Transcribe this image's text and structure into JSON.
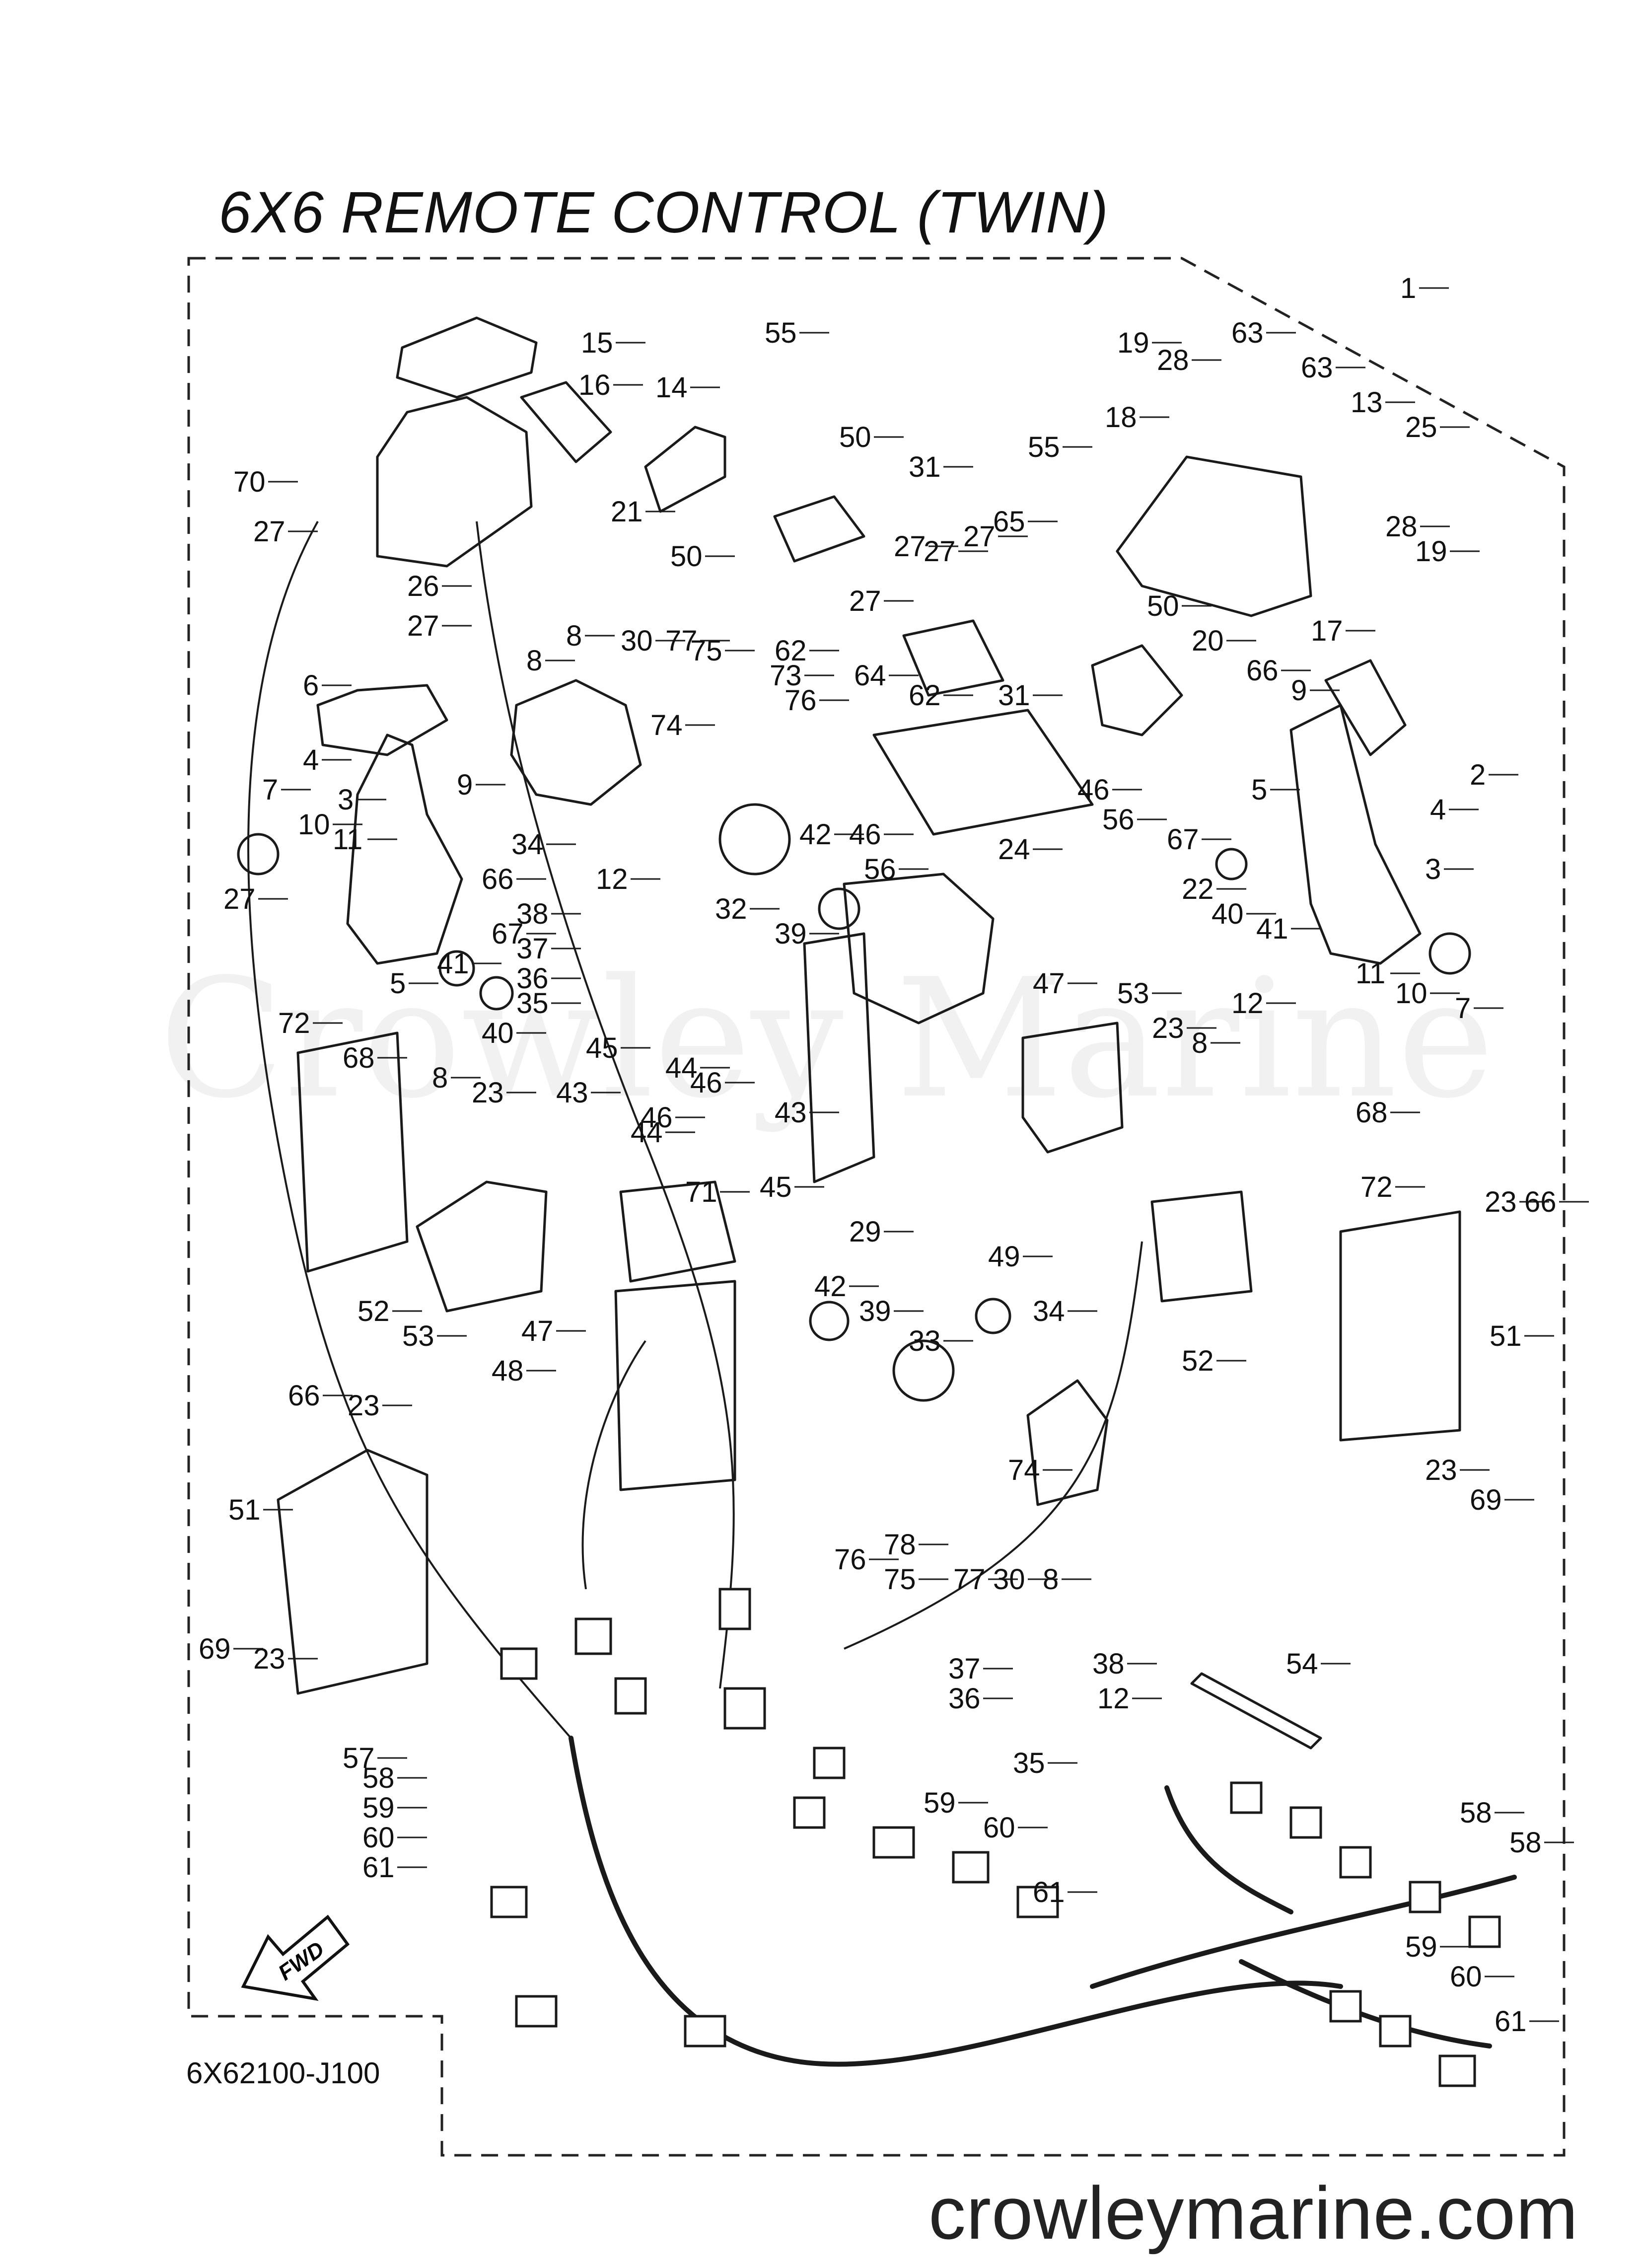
{
  "title": "6X6 REMOTE CONTROL (TWIN)",
  "diagram_code": "6X62100-J100",
  "website": "crowleymarine.com",
  "watermark": "Crowley Marine",
  "fwd_label": "FWD",
  "callouts": [
    {
      "id": "c1",
      "label": "1"
    },
    {
      "id": "c2",
      "label": "2"
    },
    {
      "id": "c3a",
      "label": "3"
    },
    {
      "id": "c3b",
      "label": "3"
    },
    {
      "id": "c4a",
      "label": "4"
    },
    {
      "id": "c4b",
      "label": "4"
    },
    {
      "id": "c5a",
      "label": "5"
    },
    {
      "id": "c5b",
      "label": "5"
    },
    {
      "id": "c6",
      "label": "6"
    },
    {
      "id": "c7a",
      "label": "7"
    },
    {
      "id": "c7b",
      "label": "7"
    },
    {
      "id": "c8a",
      "label": "8"
    },
    {
      "id": "c8b",
      "label": "8"
    },
    {
      "id": "c8c",
      "label": "8"
    },
    {
      "id": "c8d",
      "label": "8"
    },
    {
      "id": "c8e",
      "label": "8"
    },
    {
      "id": "c9a",
      "label": "9"
    },
    {
      "id": "c9b",
      "label": "9"
    },
    {
      "id": "c10a",
      "label": "10"
    },
    {
      "id": "c10b",
      "label": "10"
    },
    {
      "id": "c11a",
      "label": "11"
    },
    {
      "id": "c11b",
      "label": "11"
    },
    {
      "id": "c12a",
      "label": "12"
    },
    {
      "id": "c12b",
      "label": "12"
    },
    {
      "id": "c12c",
      "label": "12"
    },
    {
      "id": "c13",
      "label": "13"
    },
    {
      "id": "c14",
      "label": "14"
    },
    {
      "id": "c15",
      "label": "15"
    },
    {
      "id": "c16",
      "label": "16"
    },
    {
      "id": "c17",
      "label": "17"
    },
    {
      "id": "c18",
      "label": "18"
    },
    {
      "id": "c19a",
      "label": "19"
    },
    {
      "id": "c19b",
      "label": "19"
    },
    {
      "id": "c20",
      "label": "20"
    },
    {
      "id": "c21",
      "label": "21"
    },
    {
      "id": "c22",
      "label": "22"
    },
    {
      "id": "c23a",
      "label": "23"
    },
    {
      "id": "c23b",
      "label": "23"
    },
    {
      "id": "c23c",
      "label": "23"
    },
    {
      "id": "c23d",
      "label": "23"
    },
    {
      "id": "c23e",
      "label": "23"
    },
    {
      "id": "c23f",
      "label": "23"
    },
    {
      "id": "c24",
      "label": "24"
    },
    {
      "id": "c25",
      "label": "25"
    },
    {
      "id": "c26",
      "label": "26"
    },
    {
      "id": "c27a",
      "label": "27"
    },
    {
      "id": "c27b",
      "label": "27"
    },
    {
      "id": "c27c",
      "label": "27"
    },
    {
      "id": "c27d",
      "label": "27"
    },
    {
      "id": "c27e",
      "label": "27"
    },
    {
      "id": "c27f",
      "label": "27"
    },
    {
      "id": "c27g",
      "label": "27"
    },
    {
      "id": "c28a",
      "label": "28"
    },
    {
      "id": "c28b",
      "label": "28"
    },
    {
      "id": "c29",
      "label": "29"
    },
    {
      "id": "c30a",
      "label": "30"
    },
    {
      "id": "c30b",
      "label": "30"
    },
    {
      "id": "c31a",
      "label": "31"
    },
    {
      "id": "c31b",
      "label": "31"
    },
    {
      "id": "c32",
      "label": "32"
    },
    {
      "id": "c33",
      "label": "33"
    },
    {
      "id": "c34a",
      "label": "34"
    },
    {
      "id": "c34b",
      "label": "34"
    },
    {
      "id": "c35a",
      "label": "35"
    },
    {
      "id": "c35b",
      "label": "35"
    },
    {
      "id": "c36a",
      "label": "36"
    },
    {
      "id": "c36b",
      "label": "36"
    },
    {
      "id": "c37a",
      "label": "37"
    },
    {
      "id": "c37b",
      "label": "37"
    },
    {
      "id": "c38a",
      "label": "38"
    },
    {
      "id": "c38b",
      "label": "38"
    },
    {
      "id": "c39a",
      "label": "39"
    },
    {
      "id": "c39b",
      "label": "39"
    },
    {
      "id": "c40a",
      "label": "40"
    },
    {
      "id": "c40b",
      "label": "40"
    },
    {
      "id": "c41a",
      "label": "41"
    },
    {
      "id": "c41b",
      "label": "41"
    },
    {
      "id": "c42a",
      "label": "42"
    },
    {
      "id": "c42b",
      "label": "42"
    },
    {
      "id": "c43a",
      "label": "43"
    },
    {
      "id": "c43b",
      "label": "43"
    },
    {
      "id": "c44a",
      "label": "44"
    },
    {
      "id": "c44b",
      "label": "44"
    },
    {
      "id": "c45a",
      "label": "45"
    },
    {
      "id": "c45b",
      "label": "45"
    },
    {
      "id": "c46a",
      "label": "46"
    },
    {
      "id": "c46b",
      "label": "46"
    },
    {
      "id": "c46c",
      "label": "46"
    },
    {
      "id": "c46d",
      "label": "46"
    },
    {
      "id": "c47a",
      "label": "47"
    },
    {
      "id": "c47b",
      "label": "47"
    },
    {
      "id": "c48",
      "label": "48"
    },
    {
      "id": "c49",
      "label": "49"
    },
    {
      "id": "c50a",
      "label": "50"
    },
    {
      "id": "c50b",
      "label": "50"
    },
    {
      "id": "c50c",
      "label": "50"
    },
    {
      "id": "c51a",
      "label": "51"
    },
    {
      "id": "c51b",
      "label": "51"
    },
    {
      "id": "c52a",
      "label": "52"
    },
    {
      "id": "c52b",
      "label": "52"
    },
    {
      "id": "c53a",
      "label": "53"
    },
    {
      "id": "c53b",
      "label": "53"
    },
    {
      "id": "c54",
      "label": "54"
    },
    {
      "id": "c55a",
      "label": "55"
    },
    {
      "id": "c55b",
      "label": "55"
    },
    {
      "id": "c56a",
      "label": "56"
    },
    {
      "id": "c56b",
      "label": "56"
    },
    {
      "id": "c57",
      "label": "57"
    },
    {
      "id": "c58a",
      "label": "58"
    },
    {
      "id": "c58b",
      "label": "58"
    },
    {
      "id": "c58c",
      "label": "58"
    },
    {
      "id": "c59a",
      "label": "59"
    },
    {
      "id": "c59b",
      "label": "59"
    },
    {
      "id": "c59c",
      "label": "59"
    },
    {
      "id": "c60a",
      "label": "60"
    },
    {
      "id": "c60b",
      "label": "60"
    },
    {
      "id": "c60c",
      "label": "60"
    },
    {
      "id": "c61a",
      "label": "61"
    },
    {
      "id": "c61b",
      "label": "61"
    },
    {
      "id": "c61c",
      "label": "61"
    },
    {
      "id": "c62a",
      "label": "62"
    },
    {
      "id": "c62b",
      "label": "62"
    },
    {
      "id": "c63a",
      "label": "63"
    },
    {
      "id": "c63b",
      "label": "63"
    },
    {
      "id": "c64",
      "label": "64"
    },
    {
      "id": "c65",
      "label": "65"
    },
    {
      "id": "c66a",
      "label": "66"
    },
    {
      "id": "c66b",
      "label": "66"
    },
    {
      "id": "c66c",
      "label": "66"
    },
    {
      "id": "c66d",
      "label": "66"
    },
    {
      "id": "c67a",
      "label": "67"
    },
    {
      "id": "c67b",
      "label": "67"
    },
    {
      "id": "c68a",
      "label": "68"
    },
    {
      "id": "c68b",
      "label": "68"
    },
    {
      "id": "c69a",
      "label": "69"
    },
    {
      "id": "c69b",
      "label": "69"
    },
    {
      "id": "c70",
      "label": "70"
    },
    {
      "id": "c71",
      "label": "71"
    },
    {
      "id": "c72a",
      "label": "72"
    },
    {
      "id": "c72b",
      "label": "72"
    },
    {
      "id": "c73",
      "label": "73"
    },
    {
      "id": "c74a",
      "label": "74"
    },
    {
      "id": "c74b",
      "label": "74"
    },
    {
      "id": "c75a",
      "label": "75"
    },
    {
      "id": "c75b",
      "label": "75"
    },
    {
      "id": "c76a",
      "label": "76"
    },
    {
      "id": "c76b",
      "label": "76"
    },
    {
      "id": "c77a",
      "label": "77"
    },
    {
      "id": "c77b",
      "label": "77"
    },
    {
      "id": "c78",
      "label": "78"
    }
  ]
}
